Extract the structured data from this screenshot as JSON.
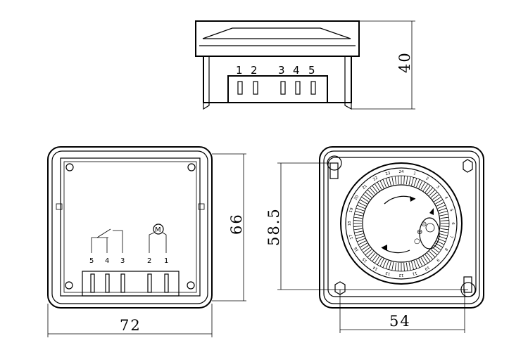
{
  "dimensions": {
    "height_side": "40",
    "height_back": "66",
    "width_back": "72",
    "pitch_vertical": "58.5",
    "pitch_horizontal": "54"
  },
  "side_view": {
    "terminals": [
      "1",
      "2",
      "3",
      "4",
      "5"
    ]
  },
  "back_view": {
    "terminals": [
      "5",
      "4",
      "3",
      "2",
      "1"
    ],
    "motor_symbol": "M"
  },
  "dial": {
    "hour_labels": [
      "24",
      "1",
      "2",
      "3",
      "4",
      "5",
      "6",
      "7",
      "8",
      "9",
      "10",
      "11",
      "12",
      "13",
      "14",
      "15",
      "16",
      "17",
      "18",
      "19",
      "20",
      "21",
      "22",
      "23"
    ],
    "switch_symbols": [
      "⊖",
      "⊝",
      "○"
    ]
  },
  "colors": {
    "line": "#000000",
    "background": "#ffffff"
  }
}
